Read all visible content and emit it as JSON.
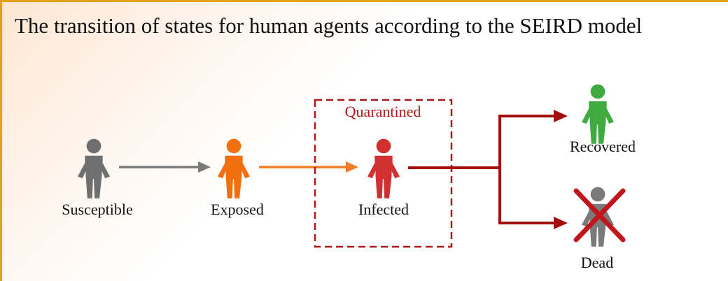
{
  "title": "The transition of states for human agents according to the SEIRD model",
  "states": {
    "susceptible": {
      "label": "Susceptible",
      "color": "#6f6f6f",
      "icon": "person-icon"
    },
    "exposed": {
      "label": "Exposed",
      "color": "#f07010",
      "icon": "person-icon"
    },
    "infected": {
      "label": "Infected",
      "color": "#d03030",
      "icon": "person-icon"
    },
    "recovered": {
      "label": "Recovered",
      "color": "#3faa3f",
      "icon": "person-icon"
    },
    "dead": {
      "label": "Dead",
      "color": "#7a7a7a",
      "icon": "person-crossed-icon"
    }
  },
  "quarantine": {
    "label": "Quarantined",
    "color": "#b01818"
  },
  "colors": {
    "frame": "#e3a21a",
    "arrow_susceptible_exposed": "#7a7a7a",
    "arrow_exposed_infected": "#f07d2a",
    "arrow_infected_outcomes": "#a30d0d",
    "dead_cross": "#c0161e"
  }
}
